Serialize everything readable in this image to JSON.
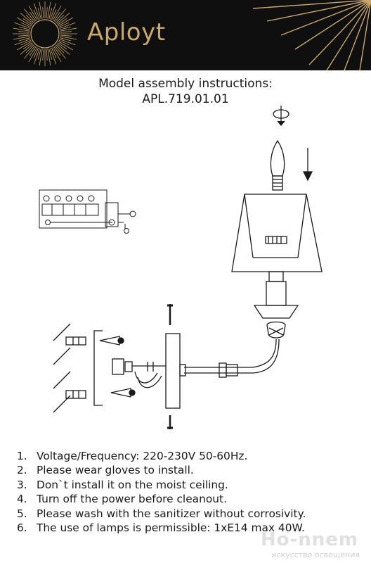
{
  "header": {
    "brand": "Aployt"
  },
  "document": {
    "title_line1": "Model assembly instructions:",
    "title_line2": "APL.719.01.01"
  },
  "steps": [
    {
      "num": "1.",
      "text": "Voltage/Frequency: 220-230V 50-60Hz."
    },
    {
      "num": "2.",
      "text": "Please wear gloves to install."
    },
    {
      "num": "3.",
      "text": "Don`t install it on the moist ceiling."
    },
    {
      "num": "4.",
      "text": "Turn off the power before cleanout."
    },
    {
      "num": "5.",
      "text": "Please wash with the sanitizer without corrosivity."
    },
    {
      "num": "6.",
      "text": "The use of lamps is permissible: 1xE14 max 40W."
    }
  ],
  "watermark": {
    "main": "Ho-nnem",
    "sub": "искусство освещения"
  },
  "colors": {
    "header_bg": "#0f0f0f",
    "gold": "#c9a86a",
    "ink": "#1a1a1a"
  }
}
